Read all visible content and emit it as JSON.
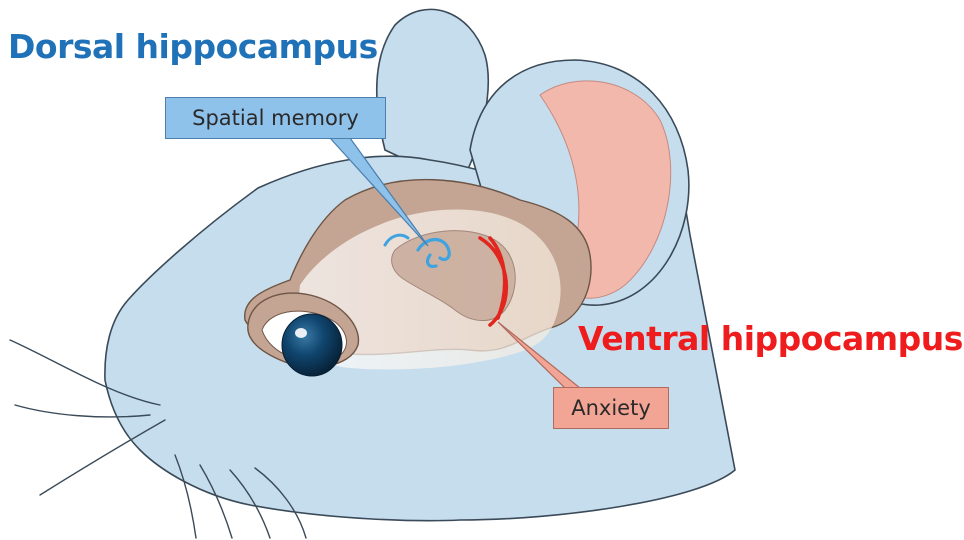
{
  "labels": {
    "dorsal": "Dorsal hippocampus",
    "ventral": "Ventral hippocampus",
    "spatial_memory": "Spatial memory",
    "anxiety": "Anxiety"
  },
  "colors": {
    "dorsal_text": "#1f72b8",
    "ventral_text": "#ee1c1c",
    "skin": "#c6dded",
    "inner_ear": "#f2b8ac",
    "brain": "#c4a493",
    "dorsal_region": "#3fa3e0",
    "ventral_region": "#e0261e",
    "eye": "#0f3a5c"
  }
}
